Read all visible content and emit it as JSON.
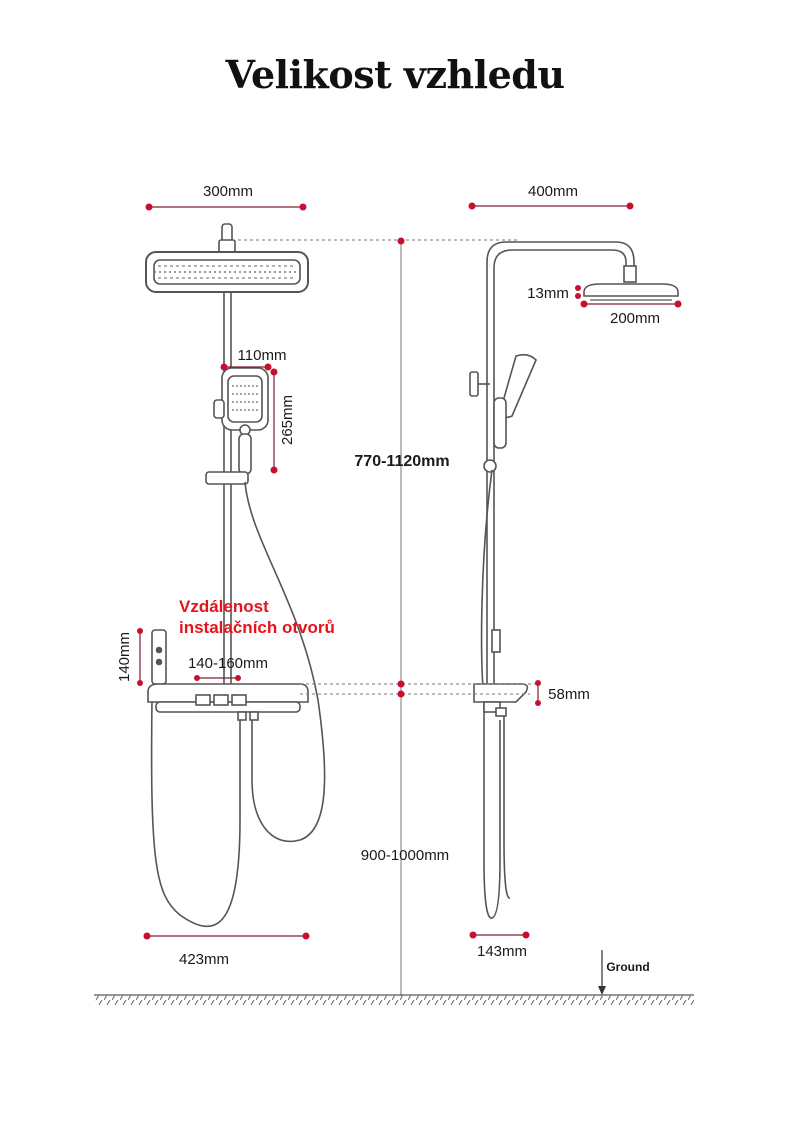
{
  "title": "Velikost vzhledu",
  "colors": {
    "dimension_dot": "#c8102e",
    "line": "#555555",
    "highlight_text": "#e4141e"
  },
  "dimensions": {
    "front_head_width": "300mm",
    "side_depth": "400mm",
    "side_head_thickness": "13mm",
    "side_head_diameter": "200mm",
    "handshower_width": "110mm",
    "handshower_length": "265mm",
    "total_height_range": "770-1120mm",
    "hole_distance_note_line1": "Vzdálenost",
    "hole_distance_note_line2": "instalačních otvorů",
    "hole_distance": "140-160mm",
    "mixer_height": "140mm",
    "shelf_thickness": "58mm",
    "mounting_height": "900-1000mm",
    "hose_span": "423mm",
    "side_hose_span": "143mm",
    "ground_label": "Ground"
  }
}
